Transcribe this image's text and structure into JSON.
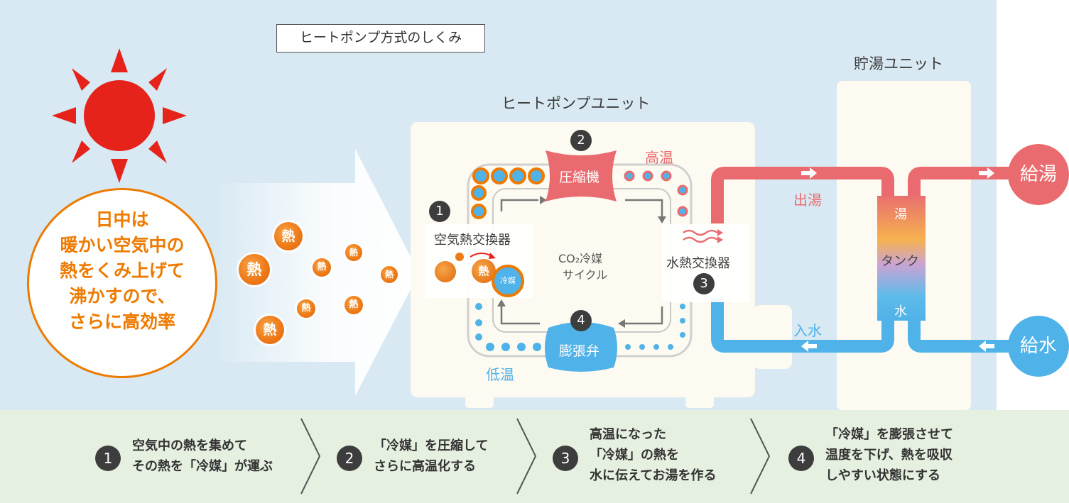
{
  "title": "ヒートポンプ方式のしくみ",
  "sun_message": [
    "日中は",
    "暖かい空気中の",
    "熱をくみ上げて",
    "沸かすので、",
    "さらに高効率"
  ],
  "heat_label": "熱",
  "heat_pump_unit_label": "ヒートポンプユニット",
  "storage_unit_label": "貯湯ユニット",
  "air_heat_exchanger": "空気熱交換器",
  "refrigerant_label": "冷媒",
  "compressor": "圧縮機",
  "expansion_valve": "膨張弁",
  "water_heat_exchanger": "水熱交換器",
  "cycle_label_line1": "CO₂冷媒",
  "cycle_label_line2": "サイクル",
  "high_temp": "高温",
  "low_temp": "低温",
  "hot_out": "出湯",
  "water_in": "入水",
  "tank": {
    "top": "湯",
    "middle": "タンク",
    "bottom": "水"
  },
  "hot_water_supply": "給湯",
  "water_supply": "給水",
  "markers": {
    "one": "1",
    "two": "2",
    "three": "3",
    "four": "4"
  },
  "steps": [
    {
      "num": "1",
      "lines": [
        "空気中の熱を集めて",
        "その熱を「冷媒」が運ぶ"
      ]
    },
    {
      "num": "2",
      "lines": [
        "「冷媒」を圧縮して",
        "さらに高温化する"
      ]
    },
    {
      "num": "3",
      "lines": [
        "高温になった",
        "「冷媒」の熱を",
        "水に伝えてお湯を作る"
      ]
    },
    {
      "num": "4",
      "lines": [
        "「冷媒」を膨張させて",
        "温度を下げ、熱を吸収",
        "しやすい状態にする"
      ]
    }
  ],
  "colors": {
    "sun": "#e6231b",
    "orange": "#ee7a00",
    "hot": "#ea6b6f",
    "cold": "#4fb2e8",
    "sky": "#d8e9f3",
    "bottom": "#e6f0e0"
  }
}
